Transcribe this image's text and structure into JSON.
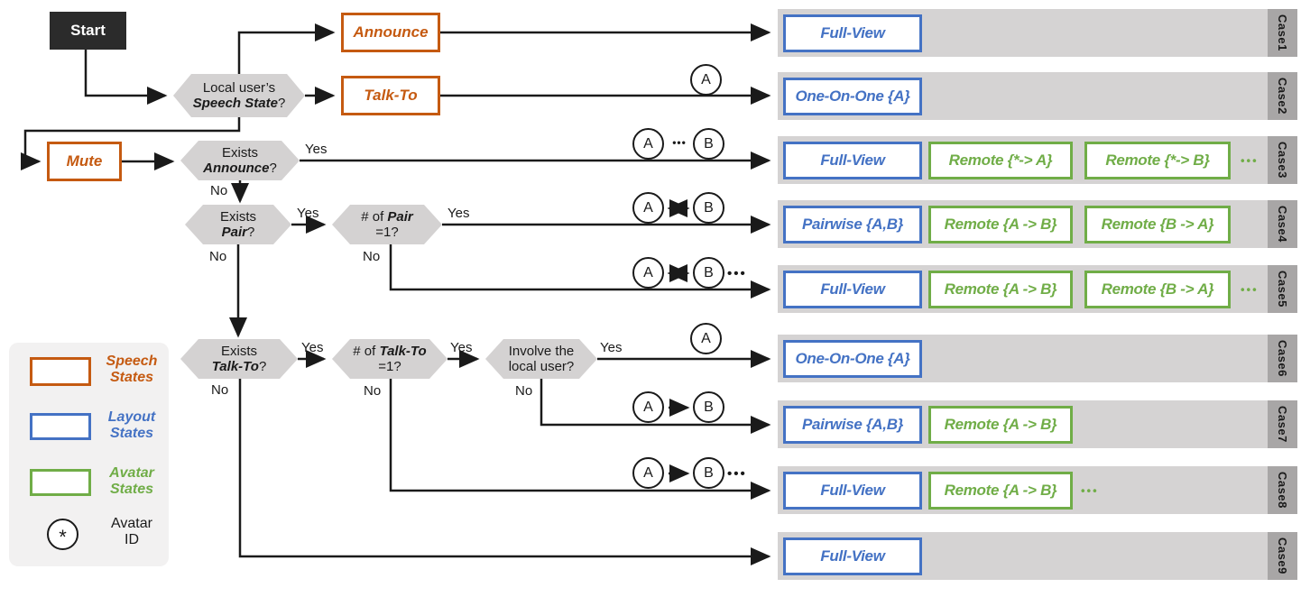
{
  "colors": {
    "speech_orange": "#C55A11",
    "layout_blue": "#4472C4",
    "avatar_green": "#70AD47",
    "bar_gray": "#D5D3D3",
    "case_tag_gray": "#A8A6A6",
    "node_gray": "#D4D2D2",
    "ink": "#1A1A1A",
    "start_bg": "#2B2B2B",
    "legend_bg": "#F2F1F1"
  },
  "start": {
    "label": "Start"
  },
  "speech_boxes": {
    "announce": "Announce",
    "talk_to": "Talk-To",
    "mute": "Mute"
  },
  "decisions": {
    "speech_state": {
      "line1": "Local user’s",
      "emph": "Speech State",
      "suffix": "?"
    },
    "exists_announce": {
      "line1": "Exists",
      "emph": "Announce",
      "suffix": "?"
    },
    "exists_pair": {
      "line1": "Exists",
      "emph": "Pair",
      "suffix": "?"
    },
    "num_pair": {
      "pre": "# of ",
      "emph": "Pair",
      "line2": "=1?"
    },
    "exists_talk_to": {
      "line1": "Exists",
      "emph": "Talk-To",
      "suffix": "?"
    },
    "num_talk_to": {
      "pre": "# of ",
      "emph": "Talk-To",
      "line2": "=1?"
    },
    "involve_local": {
      "line1": "Involve the",
      "line2": "local user?"
    }
  },
  "edge_labels": {
    "yes": "Yes",
    "no": "No"
  },
  "ellipsis": "•••",
  "avatars": {
    "a": "A",
    "b": "B"
  },
  "cases": [
    {
      "id": "Case1",
      "layout": "Full-View",
      "remotes": []
    },
    {
      "id": "Case2",
      "layout": "One-On-One {A}",
      "remotes": []
    },
    {
      "id": "Case3",
      "layout": "Full-View",
      "remotes": [
        "Remote {*-> A}",
        "Remote {*-> B}"
      ],
      "more": true
    },
    {
      "id": "Case4",
      "layout": "Pairwise {A,B}",
      "remotes": [
        "Remote {A -> B}",
        "Remote {B -> A}"
      ]
    },
    {
      "id": "Case5",
      "layout": "Full-View",
      "remotes": [
        "Remote {A -> B}",
        "Remote {B -> A}"
      ],
      "more": true
    },
    {
      "id": "Case6",
      "layout": "One-On-One {A}",
      "remotes": []
    },
    {
      "id": "Case7",
      "layout": "Pairwise {A,B}",
      "remotes": [
        "Remote {A -> B}"
      ]
    },
    {
      "id": "Case8",
      "layout": "Full-View",
      "remotes": [
        "Remote {A -> B}"
      ],
      "more": true
    },
    {
      "id": "Case9",
      "layout": "Full-View",
      "remotes": []
    }
  ],
  "legend": {
    "speech": {
      "line1": "Speech",
      "line2": "States"
    },
    "layout": {
      "line1": "Layout",
      "line2": "States"
    },
    "avatar": {
      "line1": "Avatar",
      "line2": "States"
    },
    "avatar_id": {
      "line1": "Avatar",
      "line2": "ID",
      "symbol": "*"
    }
  }
}
